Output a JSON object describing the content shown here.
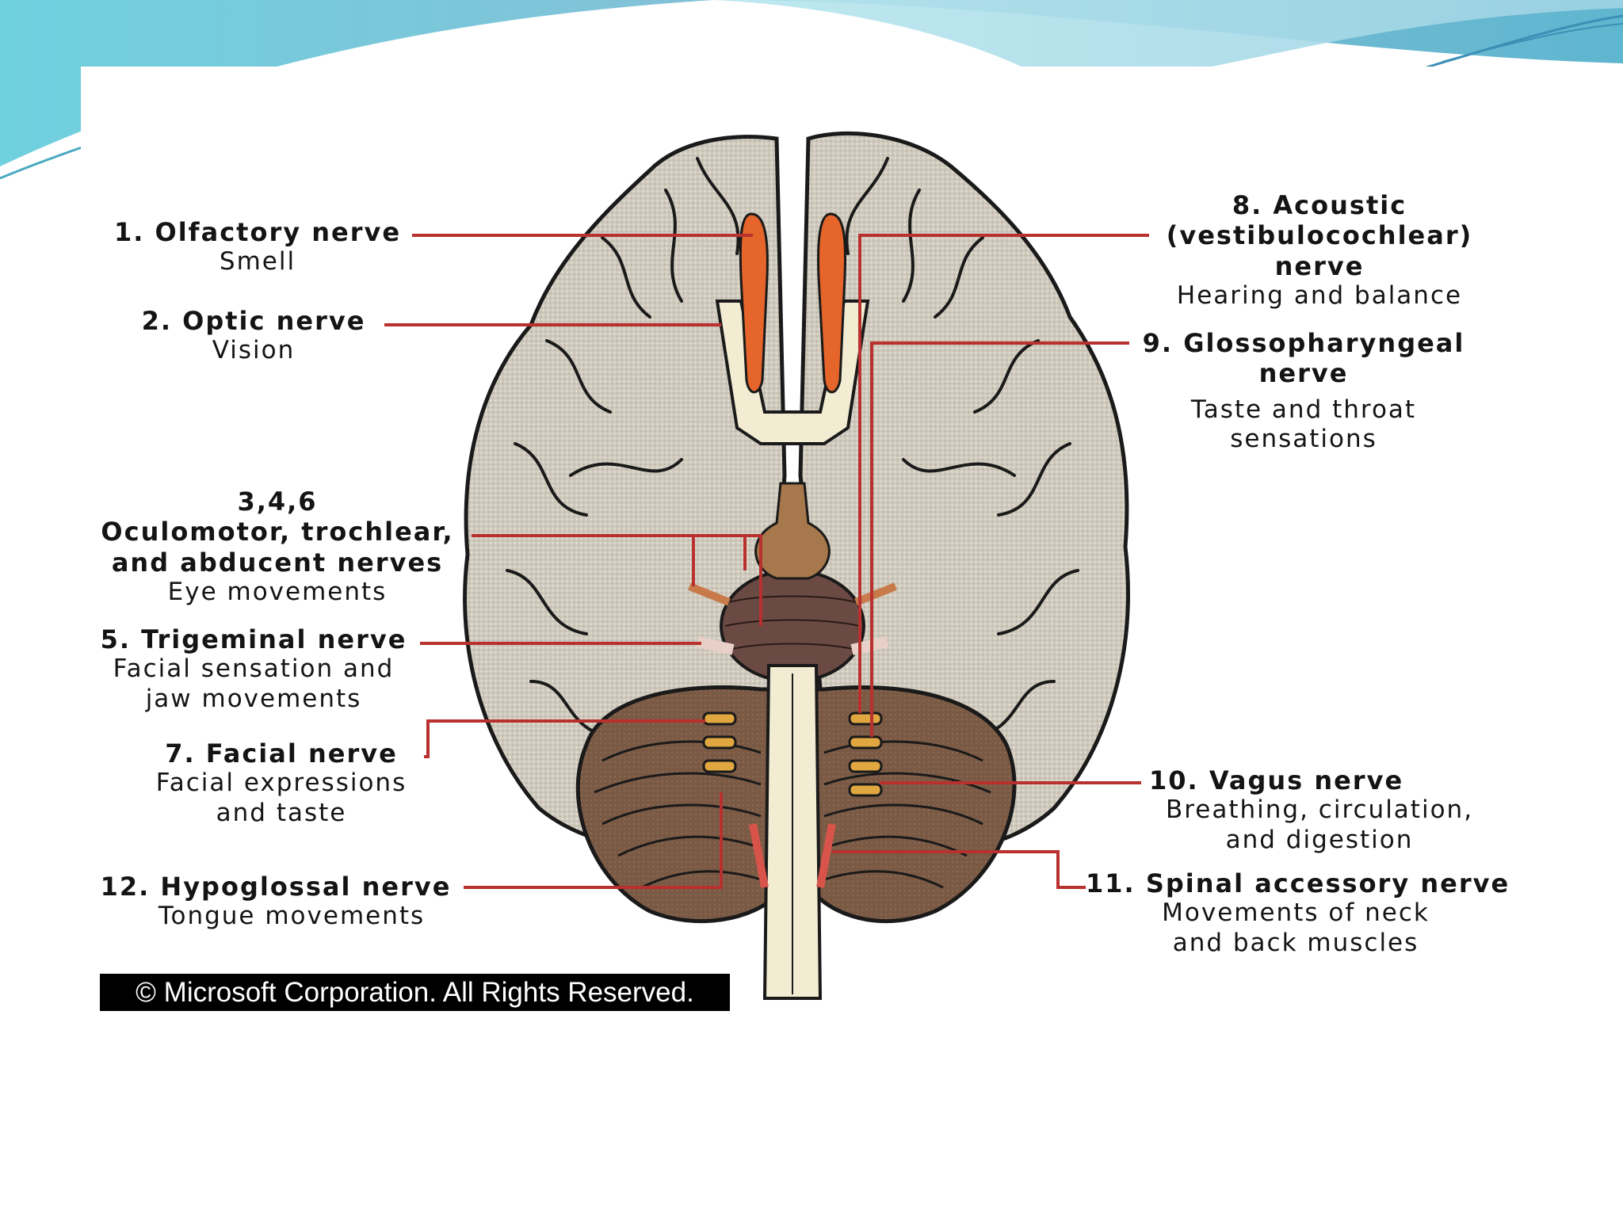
{
  "colors": {
    "leader": "#b8312f",
    "brain": "#cfcabd",
    "cerebellum": "#7a5a45",
    "olfactory": "#e5652a",
    "stem": "#f1ecd2",
    "slide_wave": "#7cc3d8"
  },
  "labels": {
    "olfactory": {
      "title": "1. Olfactory nerve",
      "desc": "Smell"
    },
    "optic": {
      "title": "2. Optic nerve",
      "desc": "Vision"
    },
    "eye": {
      "number": "3,4,6",
      "title_1": "Oculomotor, trochlear,",
      "title_2": "and abducent nerves",
      "desc": "Eye movements"
    },
    "trigeminal": {
      "title": "5. Trigeminal nerve",
      "desc_1": "Facial sensation and",
      "desc_2": "jaw movements"
    },
    "facial": {
      "title": "7. Facial nerve",
      "desc_1": "Facial expressions",
      "desc_2": "and taste"
    },
    "hypoglossal": {
      "title": "12. Hypoglossal nerve",
      "desc": "Tongue movements"
    },
    "acoustic": {
      "title_1": "8. Acoustic",
      "title_2": "(vestibulocochlear)",
      "title_3": "nerve",
      "desc": "Hearing and balance"
    },
    "glosso": {
      "title_1": "9. Glossopharyngeal",
      "title_2": "nerve",
      "desc_1": "Taste and throat",
      "desc_2": "sensations"
    },
    "vagus": {
      "title": "10. Vagus nerve",
      "desc_1": "Breathing, circulation,",
      "desc_2": "and digestion"
    },
    "accessory": {
      "title": "11. Spinal accessory nerve",
      "desc_1": "Movements of neck",
      "desc_2": "and back muscles"
    }
  },
  "copyright": "© Microsoft Corporation. All Rights Reserved."
}
